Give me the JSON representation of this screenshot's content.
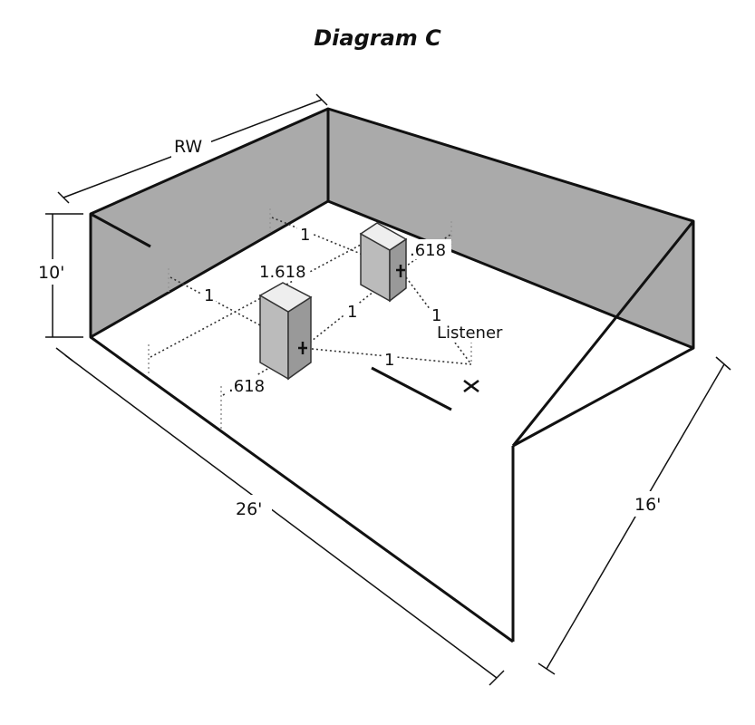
{
  "title": "Diagram C",
  "dimensions": {
    "rear_wall": "RW",
    "height": "10'",
    "length": "26'",
    "width": "16'"
  },
  "measurements": {
    "front_ratio": ".618",
    "rear_ratio": ".618",
    "side_ratio": "1.618",
    "rear_gap": "1",
    "side_gap": "1",
    "speaker_spacing": "1",
    "listener_left": "1",
    "listener_right": "1"
  },
  "listener_label": "Listener",
  "colors": {
    "wall": "#aaaaaa",
    "speaker_face": "#bbbbbb",
    "speaker_top": "#eeeeee",
    "speaker_side": "#999999",
    "line": "#111111"
  }
}
